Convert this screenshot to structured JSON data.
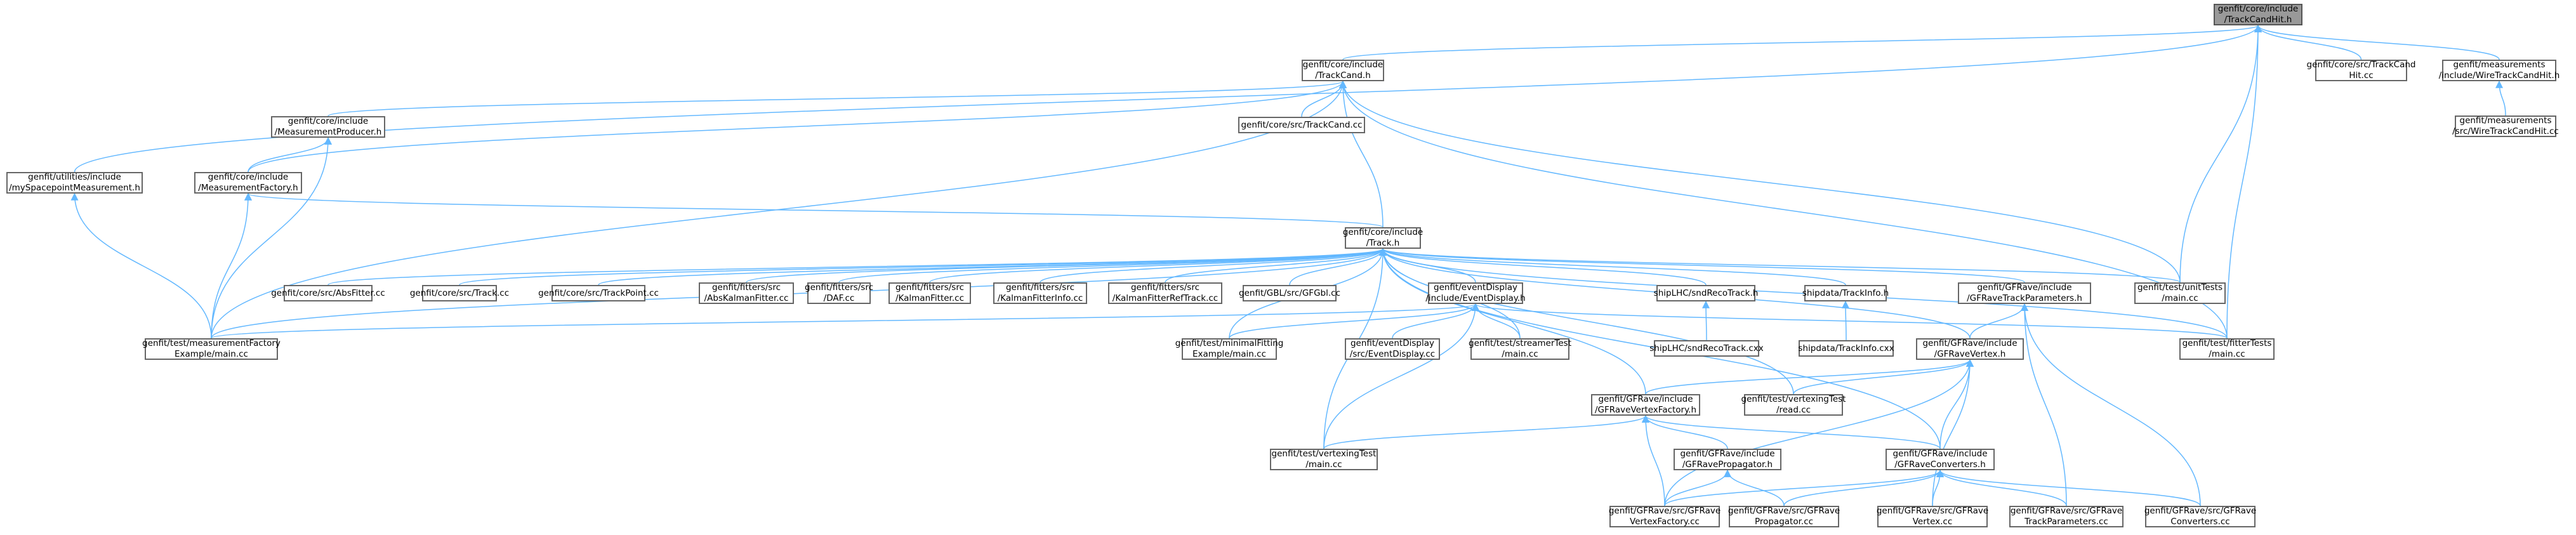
{
  "colors": {
    "edge": "#63b8ff",
    "root_fill": "#999999",
    "node_border": "#666666"
  },
  "nodes": [
    {
      "id": "root",
      "label": "genfit/core/include\n/TrackCandHit.h",
      "root": true
    },
    {
      "id": "trackcand_h",
      "label": "genfit/core/include\n/TrackCand.h"
    },
    {
      "id": "trackcandhit_cc",
      "label": "genfit/core/src/TrackCand\nHit.cc"
    },
    {
      "id": "wirehit_h",
      "label": "genfit/measurements\n/include/WireTrackCandHit.h"
    },
    {
      "id": "wirehit_cc",
      "label": "genfit/measurements\n/src/WireTrackCandHit.cc"
    },
    {
      "id": "utilities",
      "label": "genfit/utilities/include\n/mySpacepointMeasurement.h"
    },
    {
      "id": "measprod",
      "label": "genfit/core/include\n/MeasurementProducer.h"
    },
    {
      "id": "trackcand_cc",
      "label": "genfit/core/src/TrackCand.cc"
    },
    {
      "id": "measfact",
      "label": "genfit/core/include\n/MeasurementFactory.h"
    },
    {
      "id": "track_h",
      "label": "genfit/core/include\n/Track.h"
    },
    {
      "id": "absfitter",
      "label": "genfit/core/src/AbsFitter.cc"
    },
    {
      "id": "track_cc",
      "label": "genfit/core/src/Track.cc"
    },
    {
      "id": "trackpoint",
      "label": "genfit/core/src/TrackPoint.cc"
    },
    {
      "id": "abskalman",
      "label": "genfit/fitters/src\n/AbsKalmanFitter.cc"
    },
    {
      "id": "daf",
      "label": "genfit/fitters/src\n/DAF.cc"
    },
    {
      "id": "kalman",
      "label": "genfit/fitters/src\n/KalmanFitter.cc"
    },
    {
      "id": "kalmaninfo",
      "label": "genfit/fitters/src\n/KalmanFitterInfo.cc"
    },
    {
      "id": "kalmanref",
      "label": "genfit/fitters/src\n/KalmanFitterRefTrack.cc"
    },
    {
      "id": "gbl",
      "label": "genfit/GBL/src/GFGbl.cc"
    },
    {
      "id": "evdisp_h",
      "label": "genfit/eventDisplay\n/include/EventDisplay.h"
    },
    {
      "id": "shiplhc_h",
      "label": "shipLHC/sndRecoTrack.h"
    },
    {
      "id": "trackinfo_h",
      "label": "shipdata/TrackInfo.h"
    },
    {
      "id": "gfrtp_h",
      "label": "genfit/GFRave/include\n/GFRaveTrackParameters.h"
    },
    {
      "id": "unittests",
      "label": "genfit/test/unitTests\n/main.cc"
    },
    {
      "id": "measfact_main",
      "label": "genfit/test/measurementFactory\nExample/main.cc"
    },
    {
      "id": "minfit",
      "label": "genfit/test/minimalFitting\nExample/main.cc"
    },
    {
      "id": "evdisp_cc",
      "label": "genfit/eventDisplay\n/src/EventDisplay.cc"
    },
    {
      "id": "streamer",
      "label": "genfit/test/streamerTest\n/main.cc"
    },
    {
      "id": "shiplhc_cxx",
      "label": "shipLHC/sndRecoTrack.cxx"
    },
    {
      "id": "trackinfo_cxx",
      "label": "shipdata/TrackInfo.cxx"
    },
    {
      "id": "gfrv_h",
      "label": "genfit/GFRave/include\n/GFRaveVertex.h"
    },
    {
      "id": "fittertests",
      "label": "genfit/test/fitterTests\n/main.cc"
    },
    {
      "id": "gfrvf_h",
      "label": "genfit/GFRave/include\n/GFRaveVertexFactory.h"
    },
    {
      "id": "vtxread",
      "label": "genfit/test/vertexingTest\n/read.cc"
    },
    {
      "id": "gfrp_h",
      "label": "genfit/GFRave/include\n/GFRavePropagator.h"
    },
    {
      "id": "gfrc_h",
      "label": "genfit/GFRave/include\n/GFRaveConverters.h"
    },
    {
      "id": "vtxmain",
      "label": "genfit/test/vertexingTest\n/main.cc"
    },
    {
      "id": "gfrvf_cc",
      "label": "genfit/GFRave/src/GFRave\nVertexFactory.cc"
    },
    {
      "id": "gfrp_cc",
      "label": "genfit/GFRave/src/GFRave\nPropagator.cc"
    },
    {
      "id": "gfrv_cc",
      "label": "genfit/GFRave/src/GFRave\nVertex.cc"
    },
    {
      "id": "gfrtp_cc",
      "label": "genfit/GFRave/src/GFRave\nTrackParameters.cc"
    },
    {
      "id": "gfrc_cc",
      "label": "genfit/GFRave/src/GFRave\nConverters.cc"
    }
  ],
  "edges": [
    [
      "root",
      "trackcand_h"
    ],
    [
      "root",
      "trackcandhit_cc"
    ],
    [
      "root",
      "wirehit_h"
    ],
    [
      "root",
      "utilities"
    ],
    [
      "root",
      "unittests"
    ],
    [
      "root",
      "fittertests"
    ],
    [
      "wirehit_h",
      "wirehit_cc"
    ],
    [
      "trackcand_h",
      "measprod"
    ],
    [
      "trackcand_h",
      "trackcand_cc"
    ],
    [
      "trackcand_h",
      "measfact"
    ],
    [
      "trackcand_h",
      "track_h"
    ],
    [
      "trackcand_h",
      "measfact_main"
    ],
    [
      "trackcand_h",
      "unittests"
    ],
    [
      "trackcand_h",
      "fittertests"
    ],
    [
      "utilities",
      "measfact_main"
    ],
    [
      "measprod",
      "measfact"
    ],
    [
      "measprod",
      "measfact_main"
    ],
    [
      "measfact",
      "measfact_main"
    ],
    [
      "measfact",
      "track_h"
    ],
    [
      "track_h",
      "absfitter"
    ],
    [
      "track_h",
      "track_cc"
    ],
    [
      "track_h",
      "trackpoint"
    ],
    [
      "track_h",
      "abskalman"
    ],
    [
      "track_h",
      "daf"
    ],
    [
      "track_h",
      "kalman"
    ],
    [
      "track_h",
      "kalmaninfo"
    ],
    [
      "track_h",
      "kalmanref"
    ],
    [
      "track_h",
      "gbl"
    ],
    [
      "track_h",
      "evdisp_h"
    ],
    [
      "track_h",
      "shiplhc_h"
    ],
    [
      "track_h",
      "trackinfo_h"
    ],
    [
      "track_h",
      "gfrtp_h"
    ],
    [
      "track_h",
      "unittests"
    ],
    [
      "track_h",
      "measfact_main"
    ],
    [
      "track_h",
      "minfit"
    ],
    [
      "track_h",
      "streamer"
    ],
    [
      "track_h",
      "gfrv_h"
    ],
    [
      "track_h",
      "fittertests"
    ],
    [
      "track_h",
      "gfrvf_h"
    ],
    [
      "track_h",
      "vtxread"
    ],
    [
      "track_h",
      "gfrc_h"
    ],
    [
      "track_h",
      "vtxmain"
    ],
    [
      "evdisp_h",
      "evdisp_cc"
    ],
    [
      "evdisp_h",
      "minfit"
    ],
    [
      "evdisp_h",
      "streamer"
    ],
    [
      "evdisp_h",
      "measfact_main"
    ],
    [
      "evdisp_h",
      "fittertests"
    ],
    [
      "evdisp_h",
      "vtxmain"
    ],
    [
      "shiplhc_h",
      "shiplhc_cxx"
    ],
    [
      "trackinfo_h",
      "trackinfo_cxx"
    ],
    [
      "gfrtp_h",
      "gfrv_h"
    ],
    [
      "gfrtp_h",
      "gfrtp_cc"
    ],
    [
      "gfrtp_h",
      "gfrc_cc"
    ],
    [
      "gfrv_h",
      "gfrvf_h"
    ],
    [
      "gfrv_h",
      "vtxread"
    ],
    [
      "gfrv_h",
      "gfrc_h"
    ],
    [
      "gfrv_h",
      "gfrvf_cc"
    ],
    [
      "gfrv_h",
      "gfrv_cc"
    ],
    [
      "gfrvf_h",
      "vtxmain"
    ],
    [
      "gfrvf_h",
      "gfrp_h"
    ],
    [
      "gfrvf_h",
      "gfrc_h"
    ],
    [
      "gfrvf_h",
      "gfrvf_cc"
    ],
    [
      "gfrp_h",
      "gfrvf_cc"
    ],
    [
      "gfrp_h",
      "gfrp_cc"
    ],
    [
      "gfrc_h",
      "gfrvf_cc"
    ],
    [
      "gfrc_h",
      "gfrp_cc"
    ],
    [
      "gfrc_h",
      "gfrv_cc"
    ],
    [
      "gfrc_h",
      "gfrtp_cc"
    ],
    [
      "gfrc_h",
      "gfrc_cc"
    ]
  ]
}
